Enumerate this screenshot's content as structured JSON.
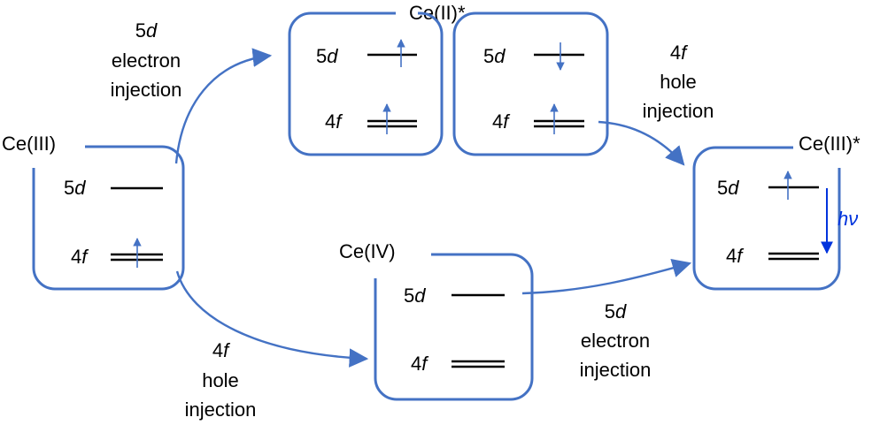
{
  "colors": {
    "box": "#4472C4",
    "spin": "#4472C4",
    "emission": "#0033DD",
    "level": "#000000"
  },
  "states": {
    "ce3": {
      "title": "Ce(III)",
      "level_5d": {
        "num": "5",
        "sym": "d"
      },
      "level_4f": {
        "num": "4",
        "sym": "f"
      }
    },
    "ce2a": {
      "title": "Ce(II)*",
      "level_5d": {
        "num": "5",
        "sym": "d"
      },
      "level_4f": {
        "num": "4",
        "sym": "f"
      }
    },
    "ce2b": {
      "level_5d": {
        "num": "5",
        "sym": "d"
      },
      "level_4f": {
        "num": "4",
        "sym": "f"
      }
    },
    "ce4": {
      "title": "Ce(IV)",
      "level_5d": {
        "num": "5",
        "sym": "d"
      },
      "level_4f": {
        "num": "4",
        "sym": "f"
      }
    },
    "ce3star": {
      "title": "Ce(III)*",
      "level_5d": {
        "num": "5",
        "sym": "d"
      },
      "level_4f": {
        "num": "4",
        "sym": "f"
      }
    }
  },
  "annotations": {
    "top_left": {
      "line1": {
        "num": "5",
        "sym": "d"
      },
      "line2": "electron",
      "line3": "injection"
    },
    "top_right": {
      "line1": {
        "num": "4",
        "sym": "f"
      },
      "line2": "hole",
      "line3": "injection"
    },
    "bottom_left": {
      "line1": {
        "num": "4",
        "sym": "f"
      },
      "line2": "hole",
      "line3": "injection"
    },
    "bottom_right": {
      "line1": {
        "num": "5",
        "sym": "d"
      },
      "line2": "electron",
      "line3": "injection"
    }
  },
  "emission": {
    "label": "hν"
  }
}
